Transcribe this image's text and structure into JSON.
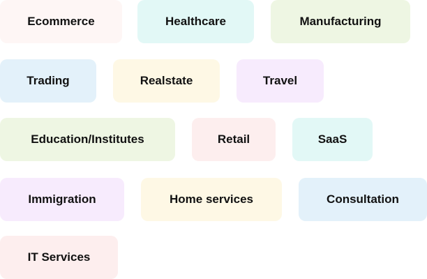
{
  "industries": [
    {
      "label": "Ecommerce",
      "color": "#fef6f5"
    },
    {
      "label": "Healthcare",
      "color": "#e2f8f6"
    },
    {
      "label": "Manufacturing",
      "color": "#eef6e3"
    },
    {
      "label": "Trading",
      "color": "#e3f1fa"
    },
    {
      "label": "Realstate",
      "color": "#fef8e5"
    },
    {
      "label": "Travel",
      "color": "#f7ebfd"
    },
    {
      "label": "Education/Institutes",
      "color": "#eef6e3"
    },
    {
      "label": "Retail",
      "color": "#fdeeee"
    },
    {
      "label": "SaaS",
      "color": "#e2f8f6"
    },
    {
      "label": "Immigration",
      "color": "#f7ebfd"
    },
    {
      "label": "Home services",
      "color": "#fef8e5"
    },
    {
      "label": "Consultation",
      "color": "#e3f1fa"
    },
    {
      "label": "IT Services",
      "color": "#fdeeee"
    }
  ]
}
